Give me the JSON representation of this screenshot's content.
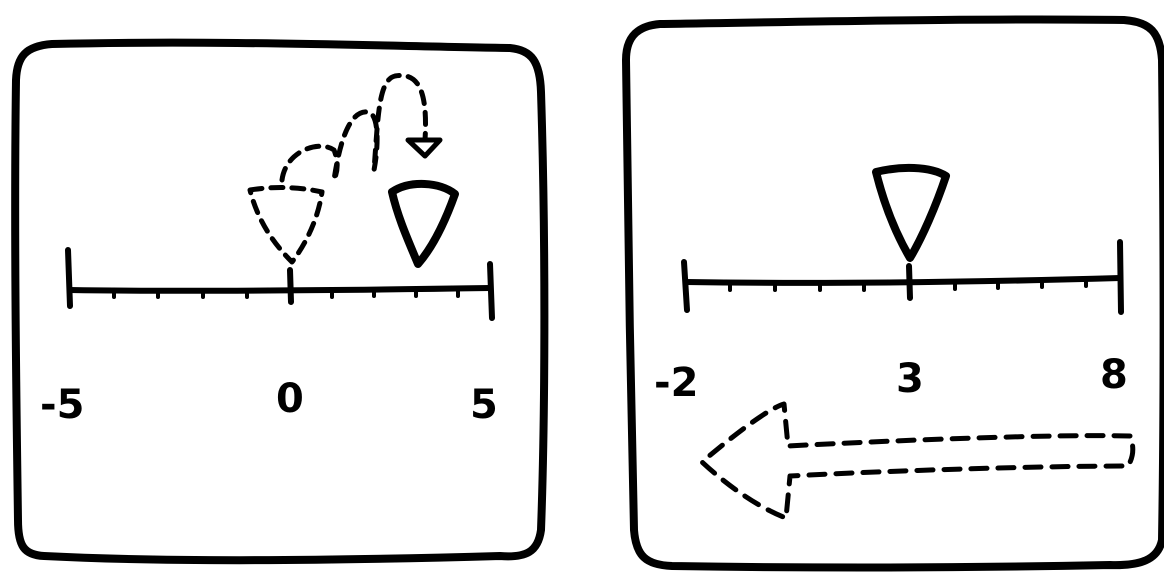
{
  "ink_color": "#000000",
  "panels": [
    {
      "id": "left",
      "number_line": {
        "min": -5,
        "max": 5,
        "tick_step": 1,
        "labeled_ticks": [
          -5,
          0,
          5
        ],
        "labels": [
          "-5",
          "0",
          "5"
        ]
      },
      "marker": {
        "shape": "triangle-down",
        "value": 3
      },
      "ghost_marker": {
        "shape": "triangle-down",
        "value": 0,
        "style": "dashed"
      },
      "hop_path": {
        "style": "dashed",
        "direction": "right",
        "from_value": 0,
        "to_value": 3
      }
    },
    {
      "id": "right",
      "number_line": {
        "min": -2,
        "max": 8,
        "tick_step": 1,
        "labeled_ticks": [
          -2,
          3,
          8
        ],
        "labels": [
          "-2",
          "3",
          "8"
        ]
      },
      "marker": {
        "shape": "triangle-down",
        "value": 3
      },
      "arrow": {
        "style": "dashed",
        "direction": "left"
      }
    }
  ]
}
